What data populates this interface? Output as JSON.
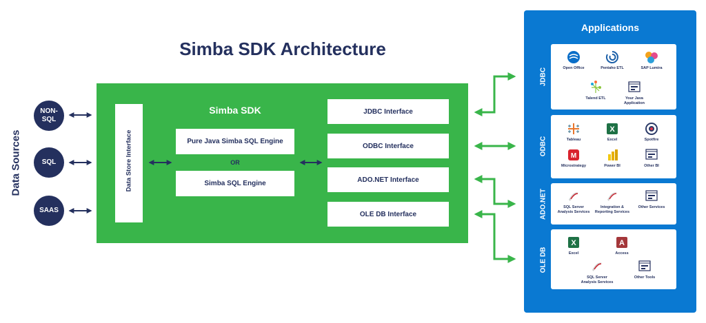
{
  "title": "Simba SDK Architecture",
  "data_sources": {
    "label": "Data Sources",
    "items": [
      {
        "name": "non-sql",
        "label": "NON-\nSQL"
      },
      {
        "name": "sql",
        "label": "SQL"
      },
      {
        "name": "saas",
        "label": "SAAS"
      }
    ]
  },
  "sdk": {
    "title": "Simba SDK",
    "data_store_interface": "Data Store Interface",
    "engine1": "Pure Java Simba SQL Engine",
    "or": "OR",
    "engine2": "Simba SQL Engine",
    "interfaces": [
      "JDBC Interface",
      "ODBC Interface",
      "ADO.NET Interface",
      "OLE DB Interface"
    ]
  },
  "applications": {
    "title": "Applications",
    "groups": [
      {
        "label": "JDBC",
        "apps": [
          "Open Office",
          "Pentaho ETL",
          "SAP Lumira",
          "Talend ETL",
          "Your Java\nApplication"
        ]
      },
      {
        "label": "ODBC",
        "apps": [
          "Tableau",
          "Excel",
          "Spotfire",
          "Microstrategy",
          "Power BI",
          "Other BI"
        ]
      },
      {
        "label": "ADO.NET",
        "apps": [
          "SQL Server\nAnalysis Services",
          "Integration &\nReporting Services",
          "Other Services"
        ]
      },
      {
        "label": "OLE DB",
        "apps": [
          "Excel",
          "Access",
          "SQL Server\nAnalysis Services",
          "Other Tools"
        ]
      }
    ]
  },
  "colors": {
    "navy": "#24305e",
    "green": "#39b54a",
    "blue": "#0a79d2"
  }
}
